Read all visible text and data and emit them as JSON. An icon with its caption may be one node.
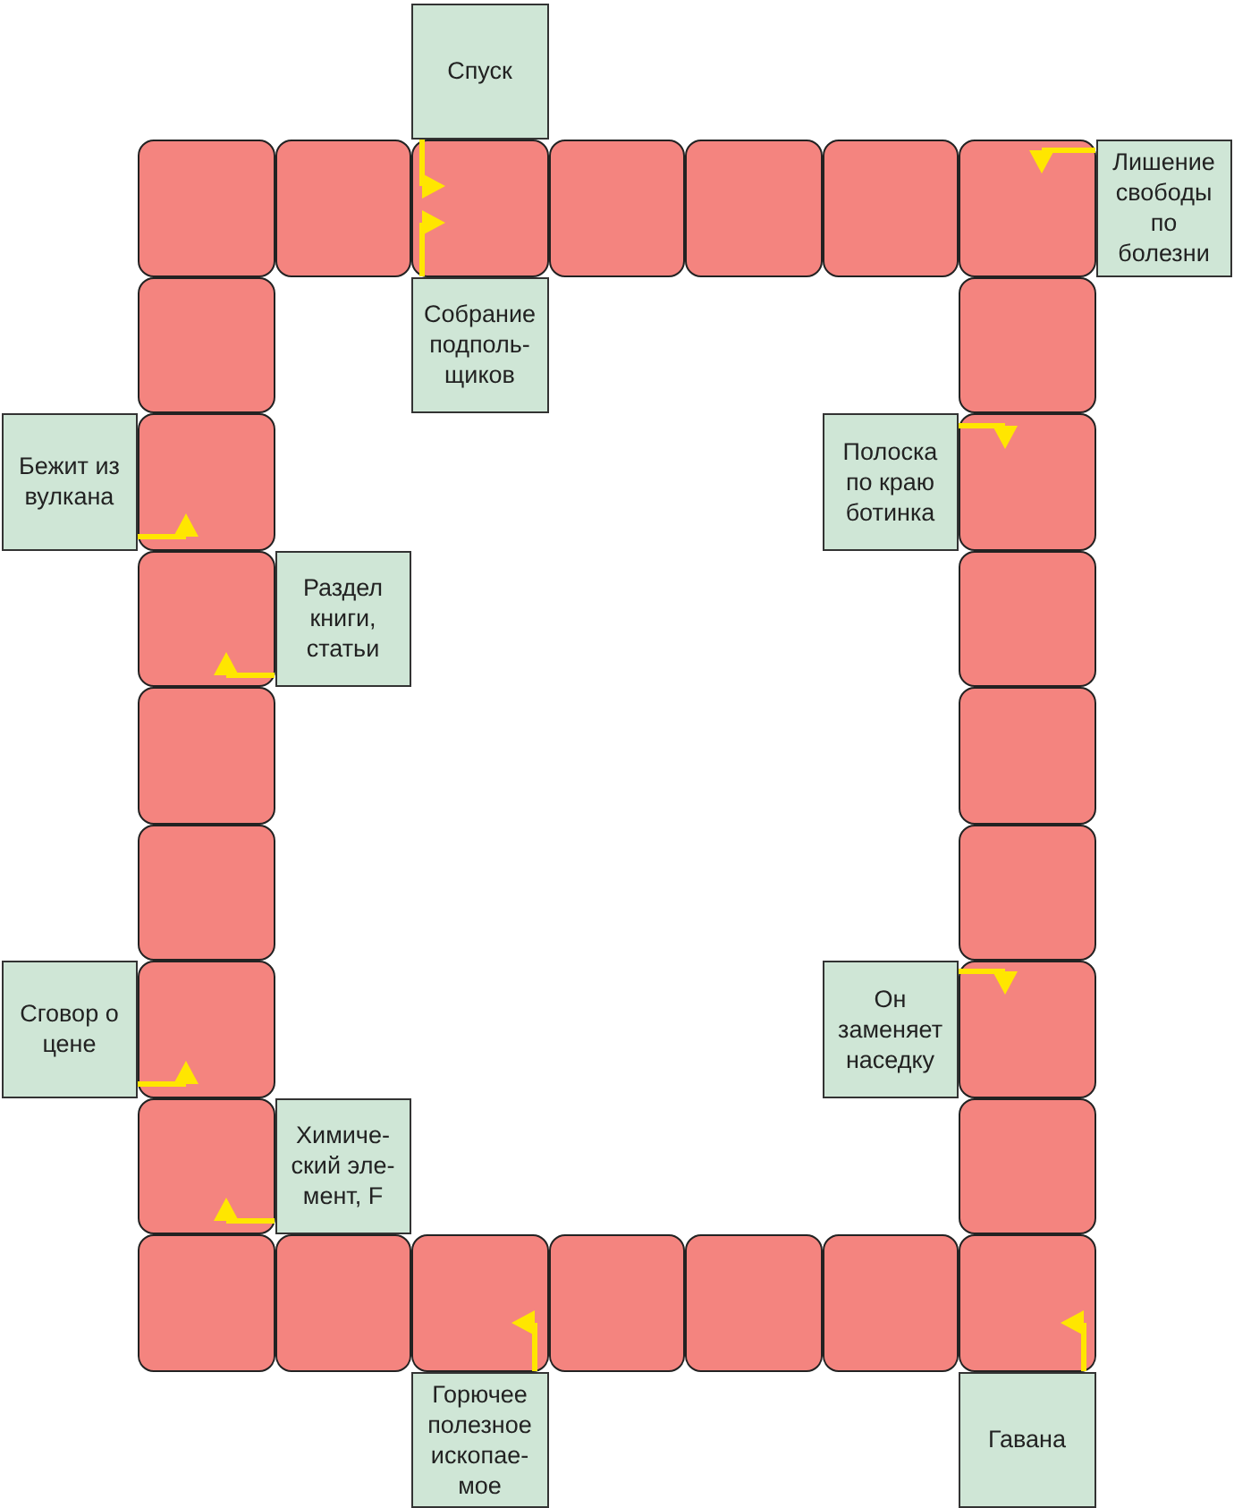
{
  "diagram": {
    "nodes": [
      {
        "text": [
          "Спуск"
        ]
      },
      {
        "text": [],
        "shape": "box"
      },
      {
        "text": [],
        "shape": "box"
      },
      {
        "text": [],
        "shape": "box"
      },
      {
        "text": [],
        "shape": "box"
      },
      {
        "text": [],
        "shape": "box"
      },
      {
        "text": [],
        "shape": "box"
      },
      {
        "text": [],
        "shape": "box"
      },
      {
        "text": [
          "Лишение свободы по болезни"
        ]
      },
      {
        "text": [],
        "shape": "box"
      },
      {
        "text": [
          "Собрание подполь-щиков"
        ]
      },
      {
        "text": [],
        "shape": "box"
      },
      {
        "text": [
          "Бежит из вулкана"
        ]
      },
      {
        "text": [],
        "shape": "box"
      },
      {
        "text": [
          "Полоска по краю ботинка"
        ]
      },
      {
        "text": [],
        "shape": "box"
      },
      {
        "text": [],
        "shape": "box"
      },
      {
        "text": [
          "Раздел книги, статьи"
        ]
      },
      {
        "text": [],
        "shape": "box"
      },
      {
        "text": [],
        "shape": "box"
      },
      {
        "text": [],
        "shape": "box"
      },
      {
        "text": [],
        "shape": "box"
      },
      {
        "text": [],
        "shape": "box"
      },
      {
        "text": [
          "Сговор о цене"
        ]
      },
      {
        "text": [],
        "shape": "box"
      },
      {
        "text": [
          "Он заменяет наседку"
        ]
      },
      {
        "text": [],
        "shape": "box"
      },
      {
        "text": [],
        "shape": "box"
      },
      {
        "text": [
          "Химиче-ский эле-мент, F"
        ]
      },
      {
        "text": [],
        "shape": "box"
      },
      {
        "text": [],
        "shape": "box"
      },
      {
        "text": [],
        "shape": "box"
      },
      {
        "text": [],
        "shape": "box"
      },
      {
        "text": [],
        "shape": "box"
      },
      {
        "text": [],
        "shape": "box"
      },
      {
        "text": [],
        "shape": "box"
      },
      {
        "text": [],
        "shape": "box"
      },
      {
        "text": [
          "Горючее полезное ископае-мое"
        ]
      },
      {
        "text": [
          "Гавана"
        ]
      }
    ],
    "edges": [
      {
        "from": 0,
        "to": 3,
        "arrow": "to"
      },
      {
        "from": 10,
        "to": 3,
        "arrow": "to"
      },
      {
        "from": 8,
        "to": 7,
        "arrow": "to"
      },
      {
        "from": 12,
        "to": 13,
        "arrow": "to"
      },
      {
        "from": 17,
        "to": 16,
        "arrow": "to"
      },
      {
        "from": 14,
        "to": 15,
        "arrow": "to"
      },
      {
        "from": 23,
        "to": 24,
        "arrow": "to"
      },
      {
        "from": 28,
        "to": 27,
        "arrow": "to"
      },
      {
        "from": 25,
        "to": 26,
        "arrow": "to"
      },
      {
        "from": 37,
        "to": 32,
        "arrow": "to"
      },
      {
        "from": 38,
        "to": 36,
        "arrow": "to"
      }
    ]
  }
}
